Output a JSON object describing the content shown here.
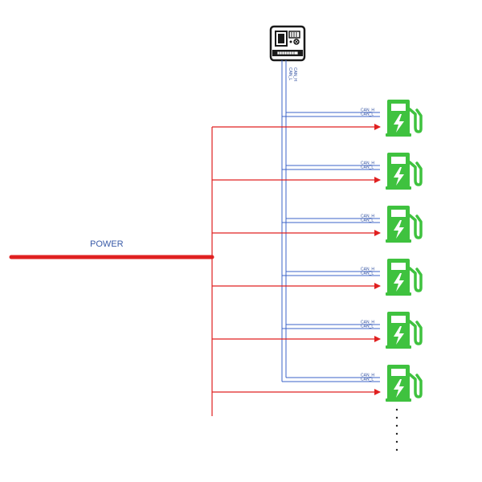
{
  "labels": {
    "power": "POWER",
    "can_h": "CAN_H",
    "can_l": "CAN_L"
  },
  "colors": {
    "power": "#e02020",
    "can": "#3b63c9",
    "charger": "#3fc23f",
    "controller": "#1a1a1a"
  },
  "icons": {
    "controller": "controller-unit-icon",
    "charger": "ev-charger-icon"
  },
  "chargers": [
    {
      "can_h": "CAN_H",
      "can_l": "CAN_L"
    },
    {
      "can_h": "CAN_H",
      "can_l": "CAN_L"
    },
    {
      "can_h": "CAN_H",
      "can_l": "CAN_L"
    },
    {
      "can_h": "CAN_H",
      "can_l": "CAN_L"
    },
    {
      "can_h": "CAN_H",
      "can_l": "CAN_L"
    },
    {
      "can_h": "CAN_H",
      "can_l": "CAN_L"
    }
  ],
  "continuation": "more-chargers-ellipsis"
}
